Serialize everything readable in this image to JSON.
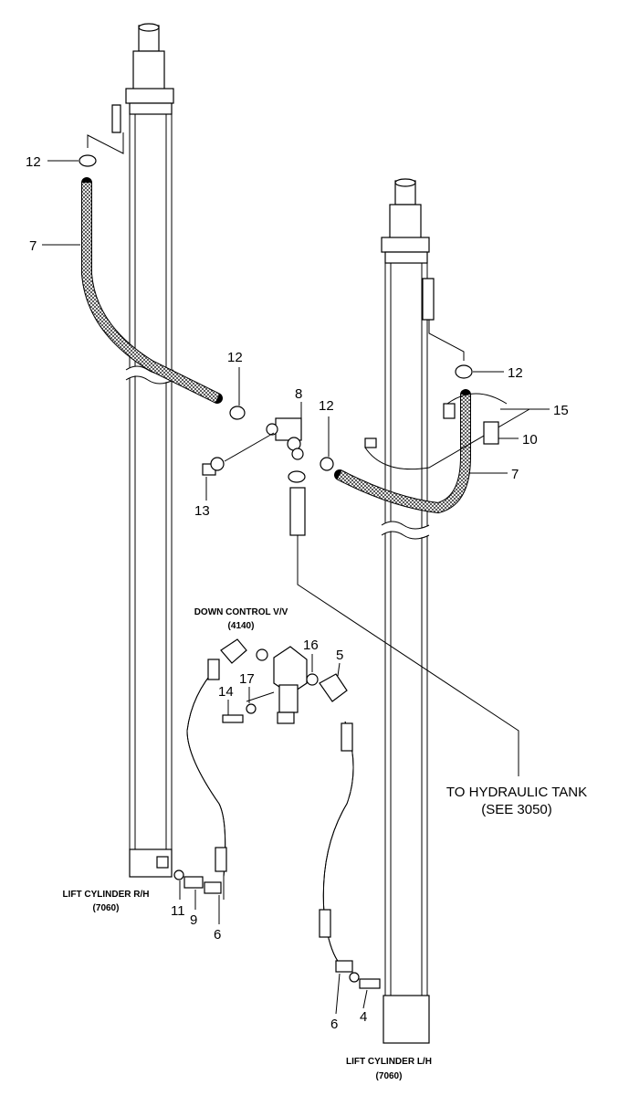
{
  "callouts": {
    "c12a": "12",
    "c7a": "7",
    "c12b": "12",
    "c8": "8",
    "c12c": "12",
    "c12d": "12",
    "c15": "15",
    "c10": "10",
    "c7b": "7",
    "c13": "13",
    "c16": "16",
    "c5": "5",
    "c17": "17",
    "c14": "14",
    "c11": "11",
    "c9": "9",
    "c6a": "6",
    "c6b": "6",
    "c4": "4"
  },
  "labels": {
    "down_control": "DOWN CONTROL V/V",
    "down_control_ref": "(4140)",
    "to_tank": "TO HYDRAULIC TANK",
    "to_tank_ref": "(SEE 3050)",
    "lift_rh": "LIFT CYLINDER R/H",
    "lift_rh_ref": "(7060)",
    "lift_lh": "LIFT CYLINDER L/H",
    "lift_lh_ref": "(7060)"
  }
}
